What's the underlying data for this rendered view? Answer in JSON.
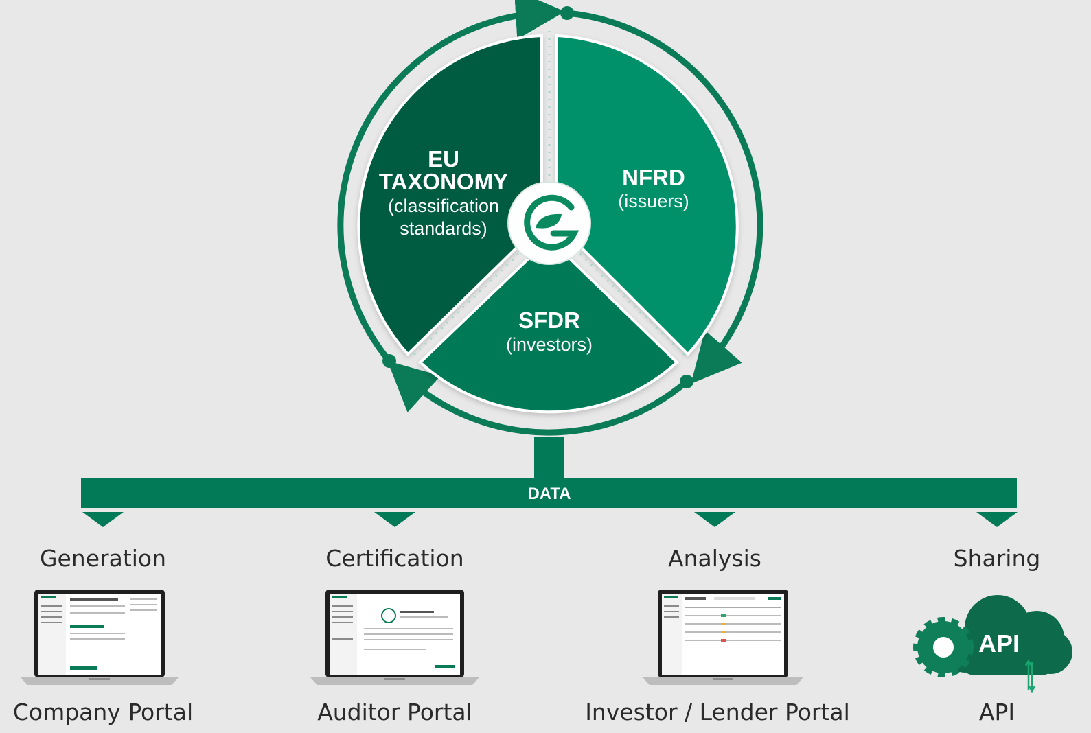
{
  "colors": {
    "background": "#e8e8e8",
    "dark_green": "#035c41",
    "mid_green": "#027a57",
    "bright_green": "#00916a",
    "outline_green": "#0b7a56",
    "white": "#ffffff",
    "text_dark": "#2a2a2a"
  },
  "cycle": {
    "segments": [
      {
        "id": "eu-taxonomy",
        "title_line1": "EU",
        "title_line2": "TAXONOMY",
        "subtitle_line1": "(classification",
        "subtitle_line2": "standards)"
      },
      {
        "id": "nfrd",
        "title": "NFRD",
        "subtitle": "(issuers)"
      },
      {
        "id": "sfdr",
        "title": "SFDR",
        "subtitle": "(investors)"
      }
    ],
    "center_logo_icon": "leaf-g-logo-icon"
  },
  "data_bar": {
    "label": "DATA"
  },
  "stages": [
    "Generation",
    "Certification",
    "Analysis",
    "Sharing"
  ],
  "portals": [
    "Company Portal",
    "Auditor Portal",
    "Investor / Lender Portal",
    "API"
  ],
  "api_badge": {
    "label": "API",
    "icons": [
      "cloud-icon",
      "gear-icon",
      "sync-arrows-icon"
    ]
  }
}
